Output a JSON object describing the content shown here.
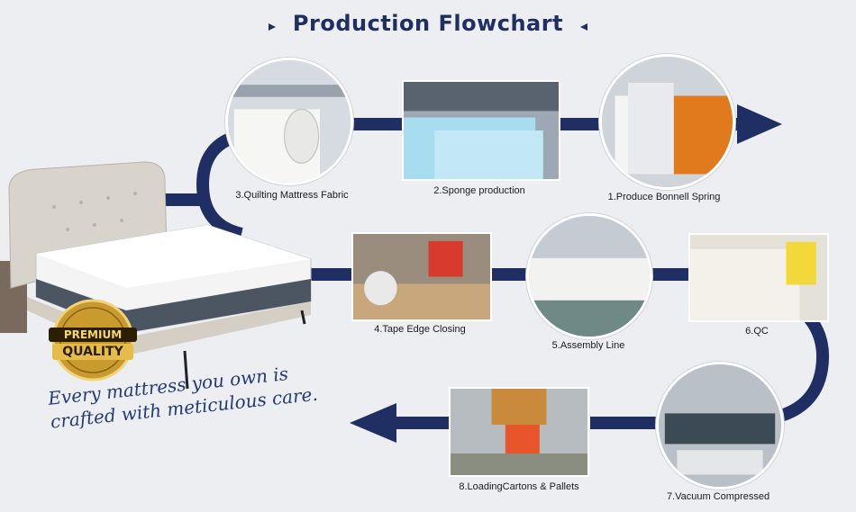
{
  "title": "Production Flowchart",
  "colors": {
    "flow": "#1f2f63",
    "background": "#eceef1"
  },
  "steps": [
    {
      "label": "1.Produce Bonnell Spring"
    },
    {
      "label": "2.Sponge production"
    },
    {
      "label": "3.Quilting Mattress Fabric"
    },
    {
      "label": "4.Tape Edge Closing"
    },
    {
      "label": "5.Assembly Line"
    },
    {
      "label": "6.QC"
    },
    {
      "label": "7.Vacuum Compressed"
    },
    {
      "label": "8.LoadingCartons & Pallets"
    }
  ],
  "badge": {
    "line1": "PREMIUM",
    "line2": "QUALITY"
  },
  "tagline": {
    "line1": "Every mattress you own is",
    "line2": "crafted with meticulous care."
  }
}
